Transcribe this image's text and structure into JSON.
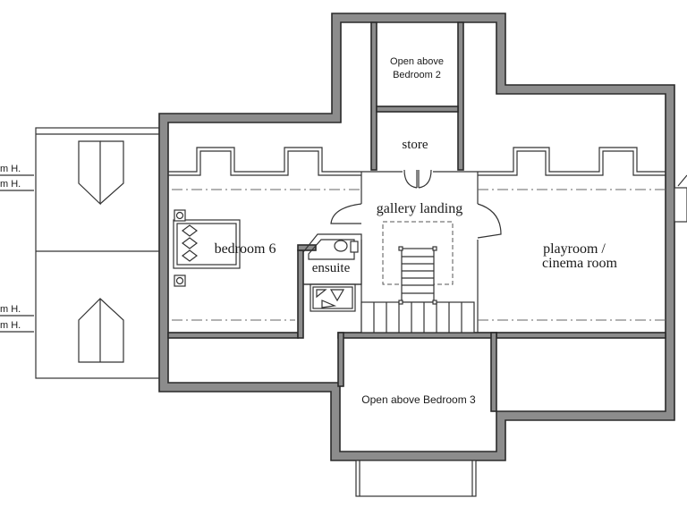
{
  "plan": {
    "rooms": {
      "open_above_bedroom_2": [
        "Open above",
        "Bedroom 2"
      ],
      "store": "store",
      "gallery_landing": "gallery landing",
      "bedroom_6": "bedroom 6",
      "ensuite": "ensuite",
      "playroom": [
        "playroom /",
        "cinema room"
      ],
      "open_above_bedroom_3": "Open above Bedroom 3"
    },
    "dimension_labels": [
      "m H.",
      "m H.",
      "m H.",
      "m H."
    ]
  }
}
